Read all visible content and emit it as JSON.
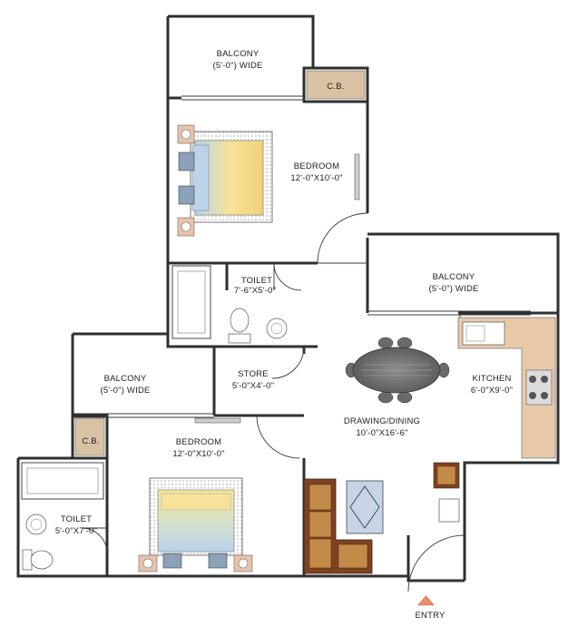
{
  "rooms": {
    "balcony_top": {
      "name": "BALCONY",
      "dim": "(5'-0\") WIDE"
    },
    "cb_top": {
      "name": "C.B."
    },
    "bedroom_top": {
      "name": "BEDROOM",
      "dim": "12'-0\"X10'-0\""
    },
    "toilet_top": {
      "name": "TOILET",
      "dim": "7'-6\"X5'-0\""
    },
    "balcony_right": {
      "name": "BALCONY",
      "dim": "(5'-0\") WIDE"
    },
    "balcony_left": {
      "name": "BALCONY",
      "dim": "(5'-0\") WIDE"
    },
    "store": {
      "name": "STORE",
      "dim": "5'-0\"X4'-0\""
    },
    "kitchen": {
      "name": "KITCHEN",
      "dim": "6'-0\"X9'-0\""
    },
    "drawing_dining": {
      "name": "DRAWING/DINING",
      "dim": "10'-0\"X16'-6\""
    },
    "cb_bottom": {
      "name": "C.B."
    },
    "bedroom_bottom": {
      "name": "BEDROOM",
      "dim": "12'-0\"X10'-0\""
    },
    "toilet_bottom": {
      "name": "TOILET",
      "dim": "5'-0\"X7'-0\""
    }
  },
  "entry": {
    "label": "ENTRY"
  },
  "colors": {
    "wall": "#2f2f2f",
    "cupboard": "#d9c2a4",
    "kitchen_counter": "#e8c9a8",
    "sofa": "#a8652f",
    "bed_sheet": "#f3dc8a",
    "bed_blue": "#bcd3ea",
    "entry_arrow": "#f08a6a"
  }
}
